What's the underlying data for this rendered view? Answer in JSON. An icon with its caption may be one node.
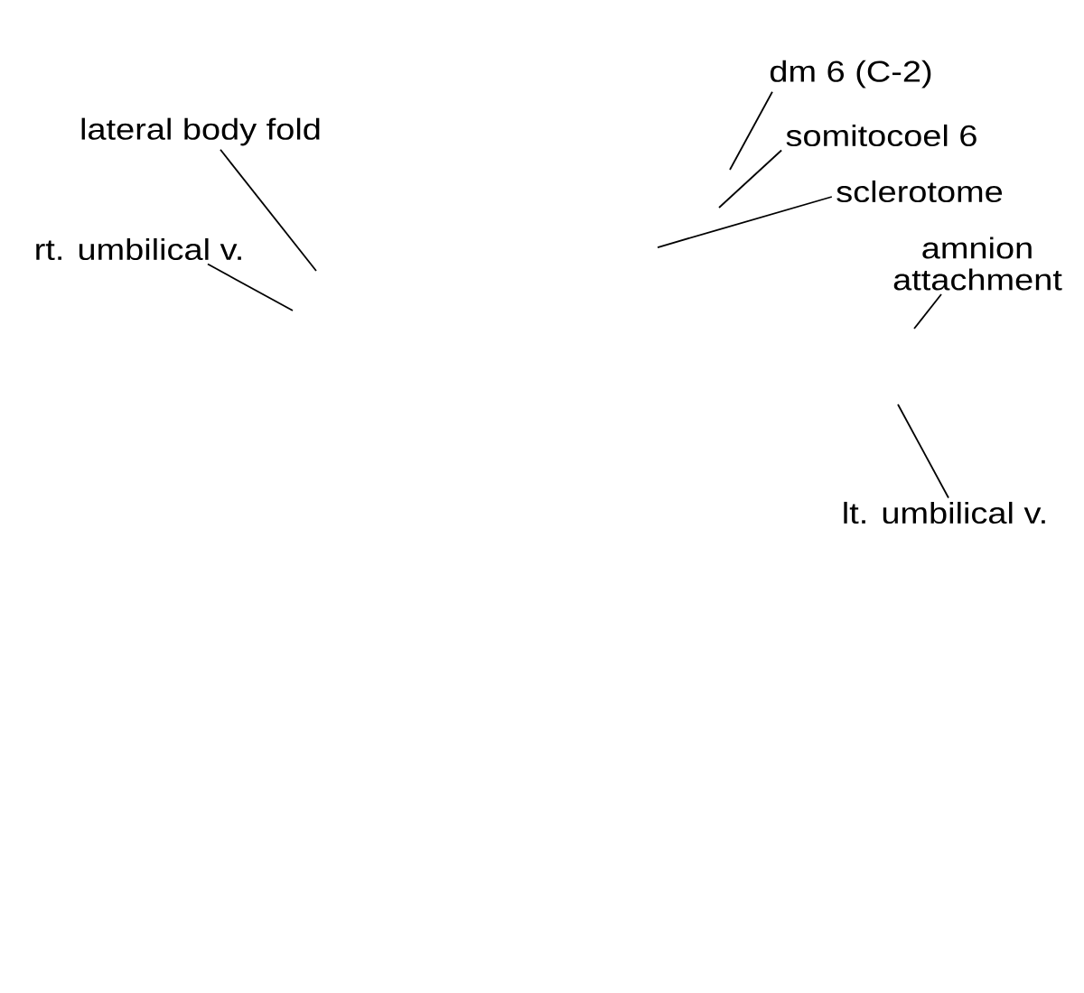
{
  "diagram": {
    "nodes": [
      {
        "text": [
          "dm 6 (C-2)"
        ]
      },
      {
        "text": [
          "lateral body fold"
        ]
      },
      {
        "text": [
          "somitocoel 6"
        ]
      },
      {
        "text": [
          "sclerotome"
        ]
      },
      {
        "text": [
          "rt. umbilical v."
        ]
      },
      {
        "text": [
          "amnion attachment"
        ]
      },
      {
        "text": [
          "lt. umbilical v."
        ]
      }
    ],
    "edges": [
      {
        "from": 0,
        "to": null,
        "arrow": "none"
      },
      {
        "from": 1,
        "to": null,
        "arrow": "none"
      },
      {
        "from": 2,
        "to": null,
        "arrow": "none"
      },
      {
        "from": 3,
        "to": null,
        "arrow": "none"
      },
      {
        "from": 4,
        "to": null,
        "arrow": "none"
      },
      {
        "from": 5,
        "to": null,
        "arrow": "none"
      },
      {
        "from": 6,
        "to": null,
        "arrow": "none"
      }
    ]
  }
}
